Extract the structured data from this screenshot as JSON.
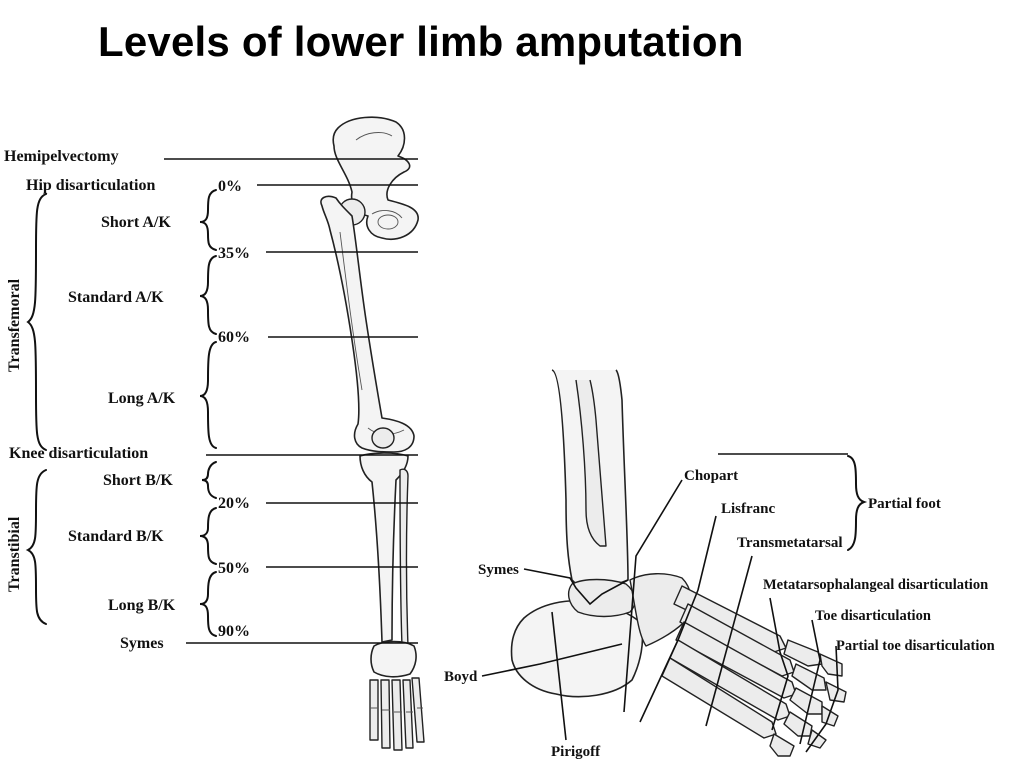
{
  "title": "Levels of lower limb amputation",
  "leg_labels": {
    "hemipelvectomy": "Hemipelvectomy",
    "hip_disarticulation": "Hip disarticulation",
    "short_ak": "Short A/K",
    "standard_ak": "Standard A/K",
    "long_ak": "Long A/K",
    "knee_disarticulation": "Knee disarticulation",
    "short_bk": "Short B/K",
    "standard_bk": "Standard B/K",
    "long_bk": "Long B/K",
    "symes": "Symes"
  },
  "percentages": {
    "p0": "0%",
    "p35": "35%",
    "p60": "60%",
    "p20": "20%",
    "p50": "50%",
    "p90": "90%"
  },
  "groups": {
    "transfemoral": "Transfemoral",
    "transtibial": "Transtibial"
  },
  "foot_labels": {
    "chopart": "Chopart",
    "lisfranc": "Lisfranc",
    "transmetatarsal": "Transmetatarsal",
    "partial_foot": "Partial foot",
    "symes": "Symes",
    "mtp": "Metatarsophalangeal disarticulation",
    "toe": "Toe disarticulation",
    "partial_toe": "Partial toe disarticulation",
    "boyd": "Boyd",
    "pirigoff": "Pirigoff"
  }
}
